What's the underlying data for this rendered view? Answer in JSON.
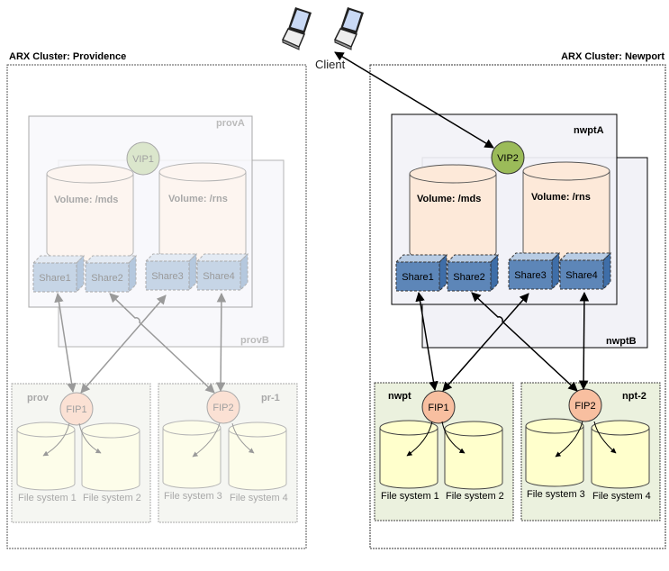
{
  "client": {
    "label": "Client",
    "laptop_count": 2
  },
  "colors": {
    "active_line": "#000000",
    "faded_line": "#9a9a9a",
    "faded_text": "#a8a8a8",
    "vip_active": "#9bbb59",
    "vip_faded": "#dbe6cc",
    "fip_active": "#f8bfa0",
    "fip_faded": "#fbe1d4",
    "volume_active": "#fde9d9",
    "volume_faded": "#fdf5f0",
    "share_active": "#5d86b8",
    "share_faded": "#c6d5e6",
    "fs_active": "#ffffcc",
    "fs_faded": "#fdfdea",
    "filer_bg_active": "#ebf1de",
    "filer_bg_faded": "#f5f6f2",
    "node_bg": "#f2f2f7"
  },
  "clusters": [
    {
      "title": "ARX Cluster: Providence",
      "state": "faded",
      "node_a": "provA",
      "node_b": "provB",
      "vip": "VIP1",
      "volumes": [
        {
          "label": "Volume: /mds",
          "shares": [
            "Share1",
            "Share2"
          ]
        },
        {
          "label": "Volume: /rns",
          "shares": [
            "Share3",
            "Share4"
          ]
        }
      ],
      "filers": [
        {
          "name": "prov",
          "fip": "FIP1",
          "filesystems": [
            "File system 1",
            "File system 2"
          ]
        },
        {
          "name": "pr-1",
          "fip": "FIP2",
          "filesystems": [
            "File system 3",
            "File system 4"
          ]
        }
      ]
    },
    {
      "title": "ARX Cluster: Newport",
      "state": "active",
      "node_a": "nwptA",
      "node_b": "nwptB",
      "vip": "VIP2",
      "volumes": [
        {
          "label": "Volume: /mds",
          "shares": [
            "Share1",
            "Share2"
          ]
        },
        {
          "label": "Volume: /rns",
          "shares": [
            "Share3",
            "Share4"
          ]
        }
      ],
      "filers": [
        {
          "name": "nwpt",
          "fip": "FIP1",
          "filesystems": [
            "File system 1",
            "File system 2"
          ]
        },
        {
          "name": "npt-2",
          "fip": "FIP2",
          "filesystems": [
            "File system 3",
            "File system 4"
          ]
        }
      ]
    }
  ],
  "connections": [
    {
      "from": "Share1",
      "to": "FIP1"
    },
    {
      "from": "Share2",
      "to": "FIP2"
    },
    {
      "from": "Share3",
      "to": "FIP1"
    },
    {
      "from": "Share4",
      "to": "FIP2"
    },
    {
      "from": "Client",
      "to": "VIP2",
      "bidirectional": true
    }
  ]
}
